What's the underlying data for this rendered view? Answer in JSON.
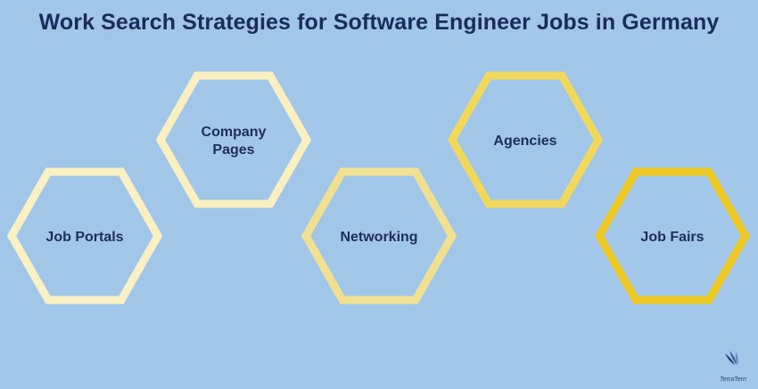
{
  "title": "Work Search Strategies for Software Engineer Jobs in Germany",
  "steps": [
    {
      "label_lines": [
        "Job Portals"
      ],
      "color": "#f9f0c4"
    },
    {
      "label_lines": [
        "Company",
        "Pages"
      ],
      "color": "#f9efc0"
    },
    {
      "label_lines": [
        "Networking"
      ],
      "color": "#f2e092"
    },
    {
      "label_lines": [
        "Agencies"
      ],
      "color": "#f0d85e"
    },
    {
      "label_lines": [
        "Job Fairs"
      ],
      "color": "#ecc824"
    }
  ],
  "logo": {
    "text": "TerraTern",
    "accent": "#2a3d70"
  },
  "colors": {
    "background": "#a2c6e8",
    "title": "#1a2b5c",
    "label": "#1f2d5c"
  }
}
